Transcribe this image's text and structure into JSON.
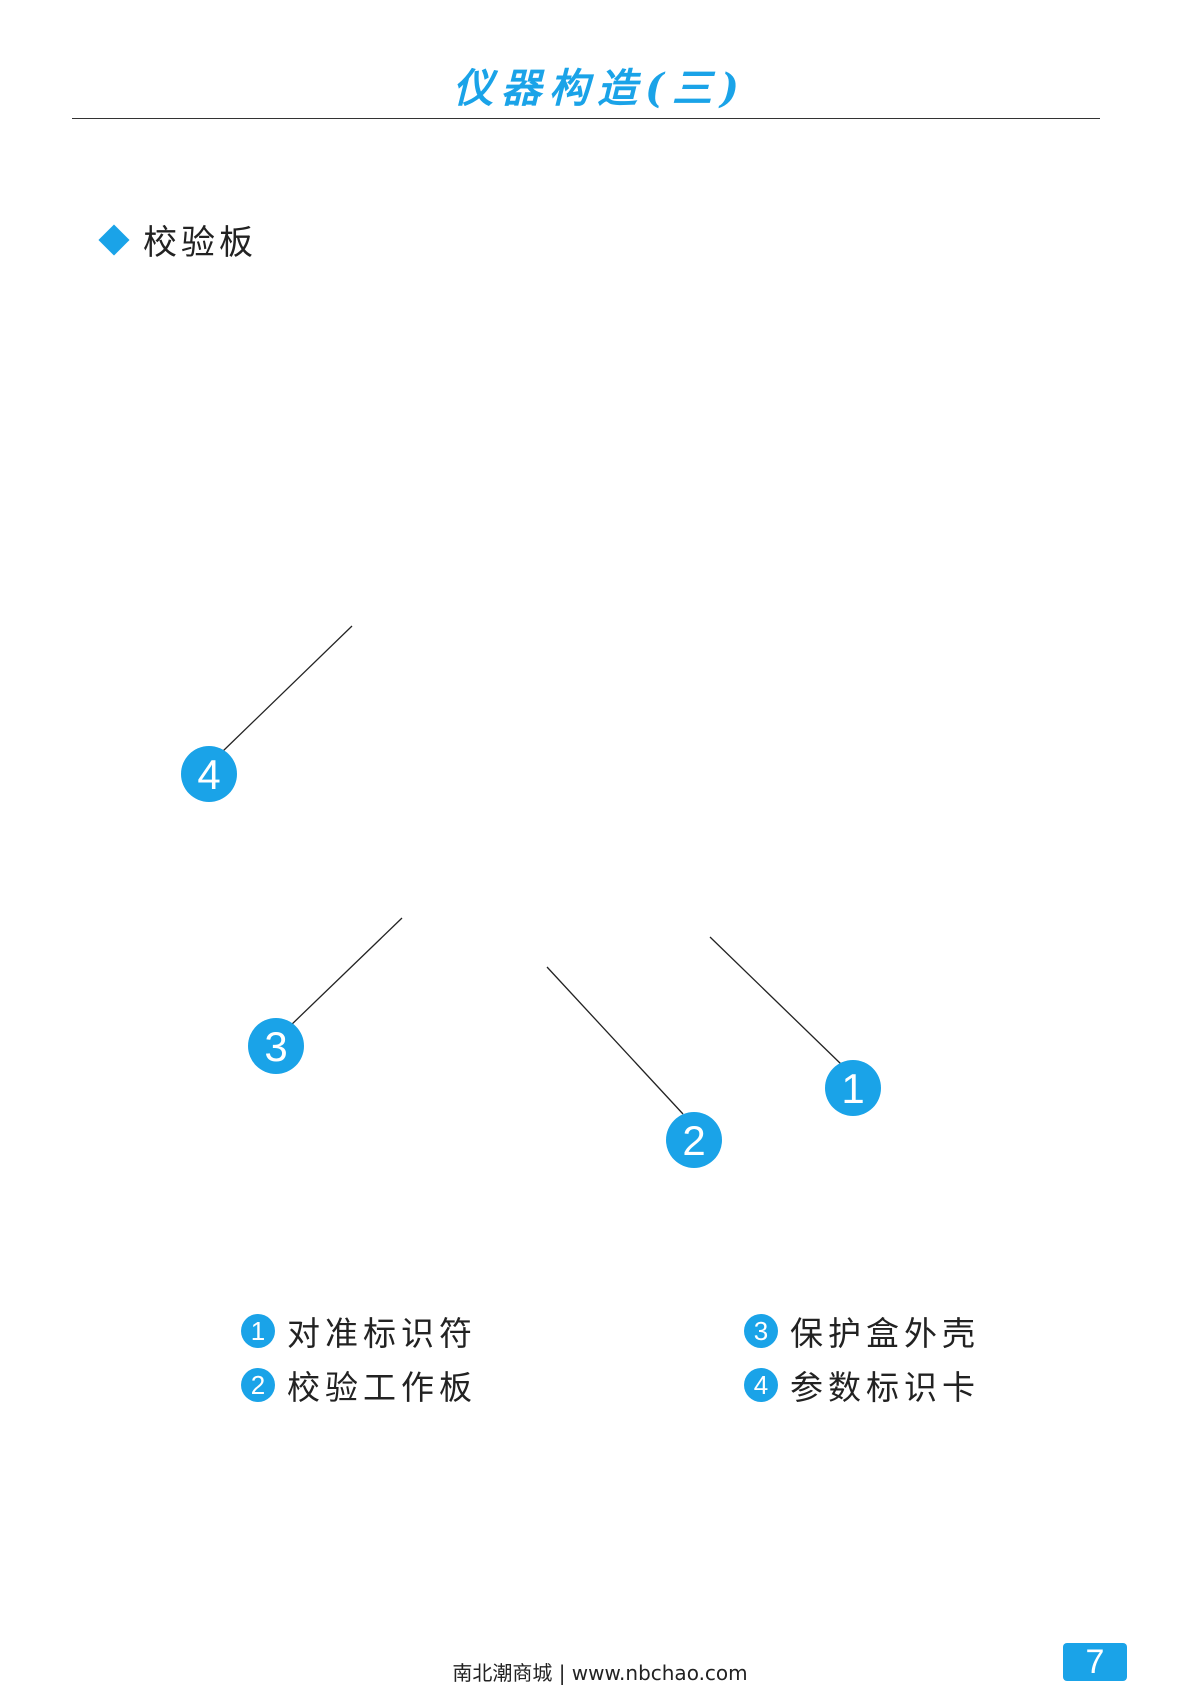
{
  "header": {
    "title": "仪器构造(三)"
  },
  "section": {
    "heading": "校验板"
  },
  "callouts": [
    {
      "number": "4"
    },
    {
      "number": "3"
    },
    {
      "number": "2"
    },
    {
      "number": "1"
    }
  ],
  "legend": [
    {
      "number": "1",
      "label": "对准标识符"
    },
    {
      "number": "2",
      "label": "校验工作板"
    },
    {
      "number": "3",
      "label": "保护盒外壳"
    },
    {
      "number": "4",
      "label": "参数标识卡"
    }
  ],
  "footer": {
    "site": "南北潮商城 | www.nbchao.com",
    "page_number": "7"
  },
  "colors": {
    "accent": "#1aa3e8"
  }
}
